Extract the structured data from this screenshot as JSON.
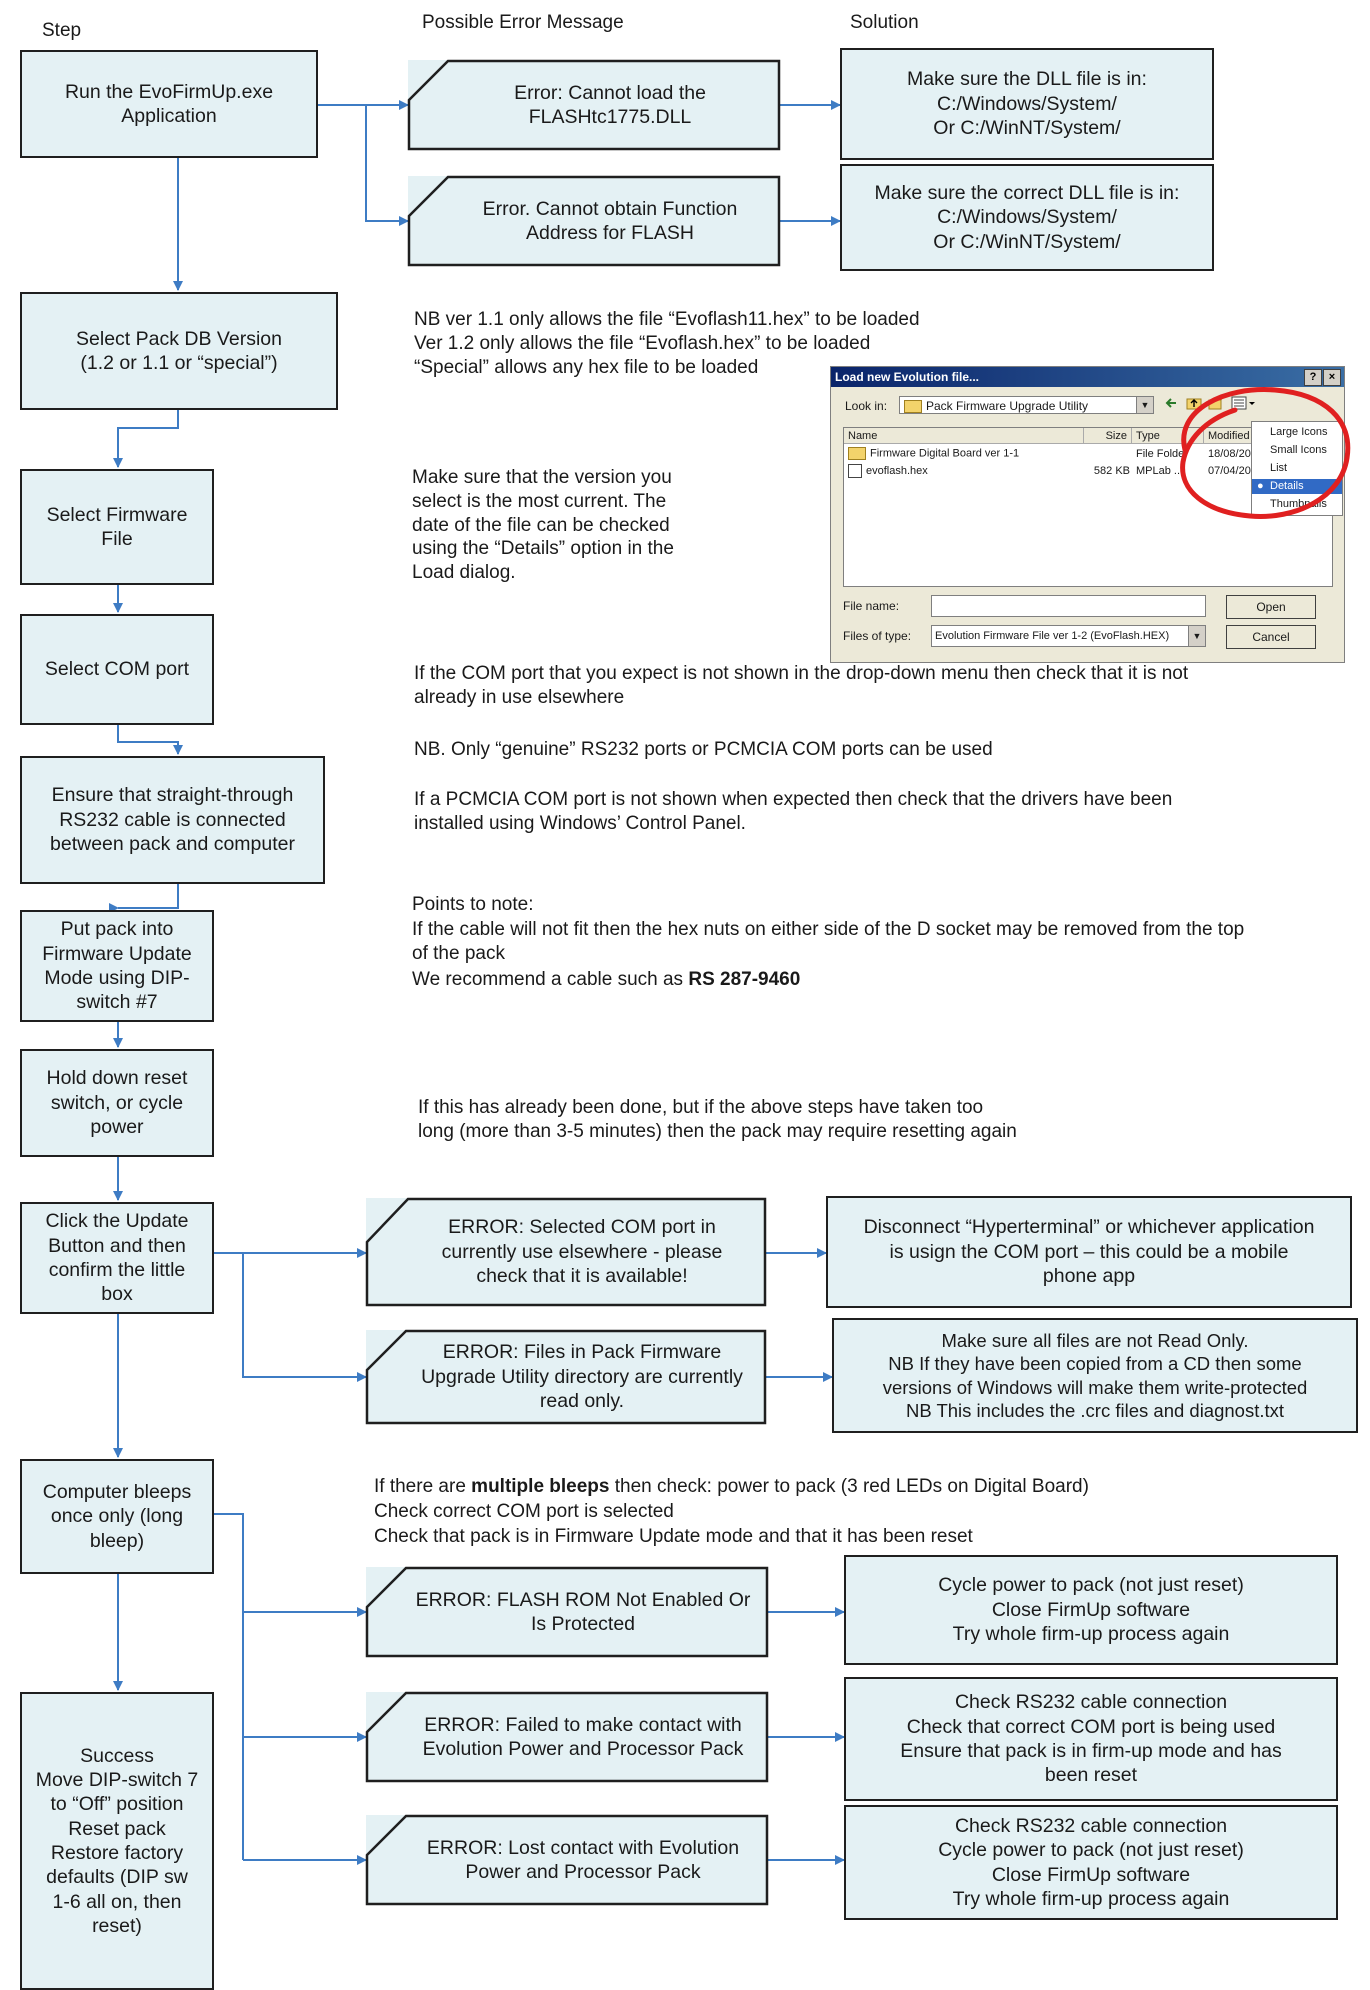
{
  "headers": {
    "step": "Step",
    "error": "Possible Error Message",
    "solution": "Solution"
  },
  "steps": {
    "run": "Run the EvoFirmUp.exe\nApplication",
    "select_pack": "Select Pack DB Version\n(1.2 or 1.1 or “special”)",
    "select_firmware": "Select Firmware\nFile",
    "select_com": "Select COM port",
    "ensure_cable": "Ensure that straight-through\nRS232 cable is connected\nbetween pack and computer",
    "put_pack": "Put pack into\nFirmware Update\nMode using DIP-\nswitch #7",
    "hold_reset": "Hold down reset\nswitch, or cycle\npower",
    "click_update": "Click the Update\nButton and then\nconfirm the little\nbox",
    "bleeps": "Computer bleeps\nonce only (long\nbleep)",
    "success": "Success\nMove DIP-switch 7\nto “Off” position\nReset pack\nRestore factory\ndefaults (DIP sw\n1-6 all on, then\nreset)"
  },
  "errors": {
    "dll_load": "Error: Cannot load the\nFLASHtc1775.DLL",
    "dll_func": "Error. Cannot obtain Function\nAddress for FLASH",
    "com_in_use": "ERROR: Selected COM port in\ncurrently use elsewhere - please\ncheck that it is available!",
    "read_only": "ERROR: Files in Pack Firmware\nUpgrade Utility directory are currently\nread only.",
    "flash_rom": "ERROR: FLASH ROM Not Enabled Or\nIs Protected",
    "no_contact": "ERROR: Failed to make contact with\nEvolution Power and Processor Pack",
    "lost_contact": "ERROR: Lost contact with Evolution\nPower and Processor Pack"
  },
  "solutions": {
    "dll_load": "Make sure the DLL file is in:\nC:/Windows/System/\nOr C:/WinNT/System/",
    "dll_func": "Make sure the correct DLL file is in:\nC:/Windows/System/\nOr C:/WinNT/System/",
    "com_in_use": "Disconnect “Hyperterminal” or whichever application\nis usign the COM port – this could be a mobile\nphone app",
    "read_only": "Make sure all files are not Read Only.\nNB If they have been copied from a CD then some\nversions of Windows will make them write-protected\nNB This includes the .crc files and diagnost.txt",
    "flash_rom": "Cycle power to pack (not just reset)\nClose FirmUp software\nTry whole firm-up process again",
    "no_contact": "Check RS232 cable connection\nCheck that correct COM port is being used\nEnsure that pack is in firm-up mode and has\nbeen reset",
    "lost_contact": "Check RS232 cable connection\nCycle power to pack (not just reset)\nClose FirmUp software\nTry whole firm-up process again"
  },
  "notes": {
    "pack_version": "NB ver 1.1 only allows the file “Evoflash11.hex” to be loaded\nVer 1.2 only allows the file “Evoflash.hex” to be loaded\n“Special” allows any hex file to be loaded",
    "firmware_version": "Make sure that the version you\nselect is the most current. The\ndate of the file can be checked\nusing the “Details” option in the\nLoad dialog.",
    "com_port_1": "If the COM port that you expect is not shown in the drop-down menu then check that it is not\nalready in use elsewhere",
    "com_port_2": "NB. Only “genuine” RS232 ports or PCMCIA COM ports can be used",
    "com_port_3": "If a PCMCIA COM port is not shown when expected then check that the drivers have been\ninstalled using Windows’ Control Panel.",
    "points_heading": "Points to note:",
    "points_body": "If the cable will not fit then the hex nuts on either side of the D socket may be removed from the top\nof the pack",
    "recommend_prefix": "We recommend a cable such as ",
    "recommend_part": "RS 287-9460",
    "reset_note": "If this has already been done, but if the above steps have taken too\nlong (more than 3-5 minutes) then the pack may require resetting again",
    "bleeps_prefix": "If there are ",
    "bleeps_bold": "multiple bleeps",
    "bleeps_suffix": " then check: power to pack (3 red LEDs on Digital Board)",
    "bleeps_line2": "Check correct COM port is selected",
    "bleeps_line3": "Check that pack is in Firmware Update mode and that it has been reset"
  },
  "dialog": {
    "title": "Load new Evolution file...",
    "help_btn": "?",
    "close_btn": "×",
    "look_in_label": "Look in:",
    "look_in_value": "Pack Firmware Upgrade Utility",
    "columns": {
      "name": "Name",
      "size": "Size",
      "type": "Type",
      "modified": "Modified"
    },
    "files": [
      {
        "name": "Firmware Digital Board ver 1-1",
        "size": "",
        "type": "File Folder",
        "modified": "18/08/2004"
      },
      {
        "name": "evoflash.hex",
        "size": "582 KB",
        "type": "MPLab ...",
        "modified": "07/04/2005"
      }
    ],
    "view_menu": [
      "Large Icons",
      "Small Icons",
      "List",
      "Details",
      "Thumbnails"
    ],
    "view_menu_selected": "Details",
    "file_name_label": "File name:",
    "file_name_value": "",
    "files_of_type_label": "Files of type:",
    "files_of_type_value": "Evolution Firmware File ver 1-2 (EvoFlash.HEX)",
    "open_btn": "Open",
    "cancel_btn": "Cancel"
  },
  "colors": {
    "box_fill": "#e4f1f4",
    "arrow": "#3e7cc4",
    "highlight_circle": "#e02020"
  }
}
